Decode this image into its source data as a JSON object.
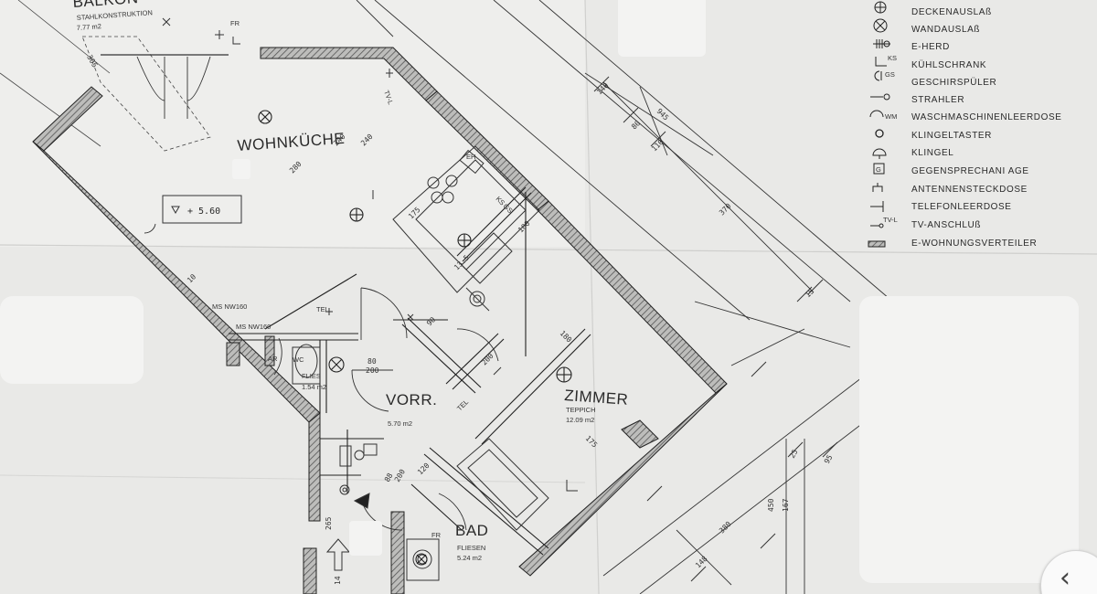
{
  "rooms": {
    "balkon": {
      "name": "BALKON",
      "sub": "STAHLKONSTRUKTION",
      "area": "7.77 m2"
    },
    "wohnkueche": {
      "name": "WOHNKÜCHE"
    },
    "wc": {
      "name": "WC",
      "sub": "FLIES",
      "area": "1.54 m2"
    },
    "vorraum": {
      "name": "VORR.",
      "area": "5.70 m2"
    },
    "zimmer": {
      "name": "ZIMMER",
      "sub": "TEPPICH",
      "area": "12.09 m2"
    },
    "bad": {
      "name": "BAD",
      "sub": "FLIESEN",
      "area": "5.24 m2"
    }
  },
  "labels": {
    "level": "+ 5.60",
    "tel1": "TEL",
    "tel2": "TEL",
    "ms1": "MS NW160",
    "ms2": "MS NW160",
    "fr1": "FR",
    "fr2": "FR",
    "tvl": "TV-L",
    "eh": "EH",
    "ar": "AR",
    "ks": "KS",
    "gs": "GS"
  },
  "dims": [
    "240",
    "240",
    "175",
    "13.5",
    "100",
    "90",
    "200",
    "80",
    "200",
    "180",
    "175",
    "88",
    "200",
    "120",
    "140",
    "80",
    "110",
    "370",
    "15",
    "25",
    "95",
    "450",
    "167",
    "380",
    "148",
    "280",
    "10",
    "305",
    "945",
    "265",
    "14"
  ],
  "legend": [
    {
      "icon": "deckenauslass-icon",
      "text": "DECKENAUSLAß"
    },
    {
      "icon": "wandauslass-icon",
      "text": "WANDAUSLAß"
    },
    {
      "icon": "e-herd-icon",
      "text": "E-HERD"
    },
    {
      "icon": "kuehlschrank-icon",
      "text": "KÜHLSCHRANK"
    },
    {
      "icon": "geschirrspueler-icon",
      "text": "GESCHIRSPÜLER"
    },
    {
      "icon": "strahler-icon",
      "text": "STRAHLER"
    },
    {
      "icon": "waschmaschine-icon",
      "text": "WASCHMASCHINENLEERDOSE"
    },
    {
      "icon": "klingeltaster-icon",
      "text": "KLINGELTASTER"
    },
    {
      "icon": "klingel-icon",
      "text": "KLINGEL"
    },
    {
      "icon": "gegensprech-icon",
      "text": "GEGENSPRECHANI AGE"
    },
    {
      "icon": "antennen-icon",
      "text": "ANTENNENSTECKDOSE"
    },
    {
      "icon": "telefon-icon",
      "text": "TELEFONLEERDOSE"
    },
    {
      "icon": "tv-anschluss-icon",
      "text": "TV-ANSCHLUß"
    },
    {
      "icon": "verteiler-icon",
      "text": "E-WOHNUNGSVERTEILER"
    }
  ],
  "legend_icon_labels": {
    "ks": "KS",
    "gs": "GS",
    "wm": "WM",
    "tvl": "TV-L"
  },
  "nav": {
    "back_glyph": "‹"
  }
}
